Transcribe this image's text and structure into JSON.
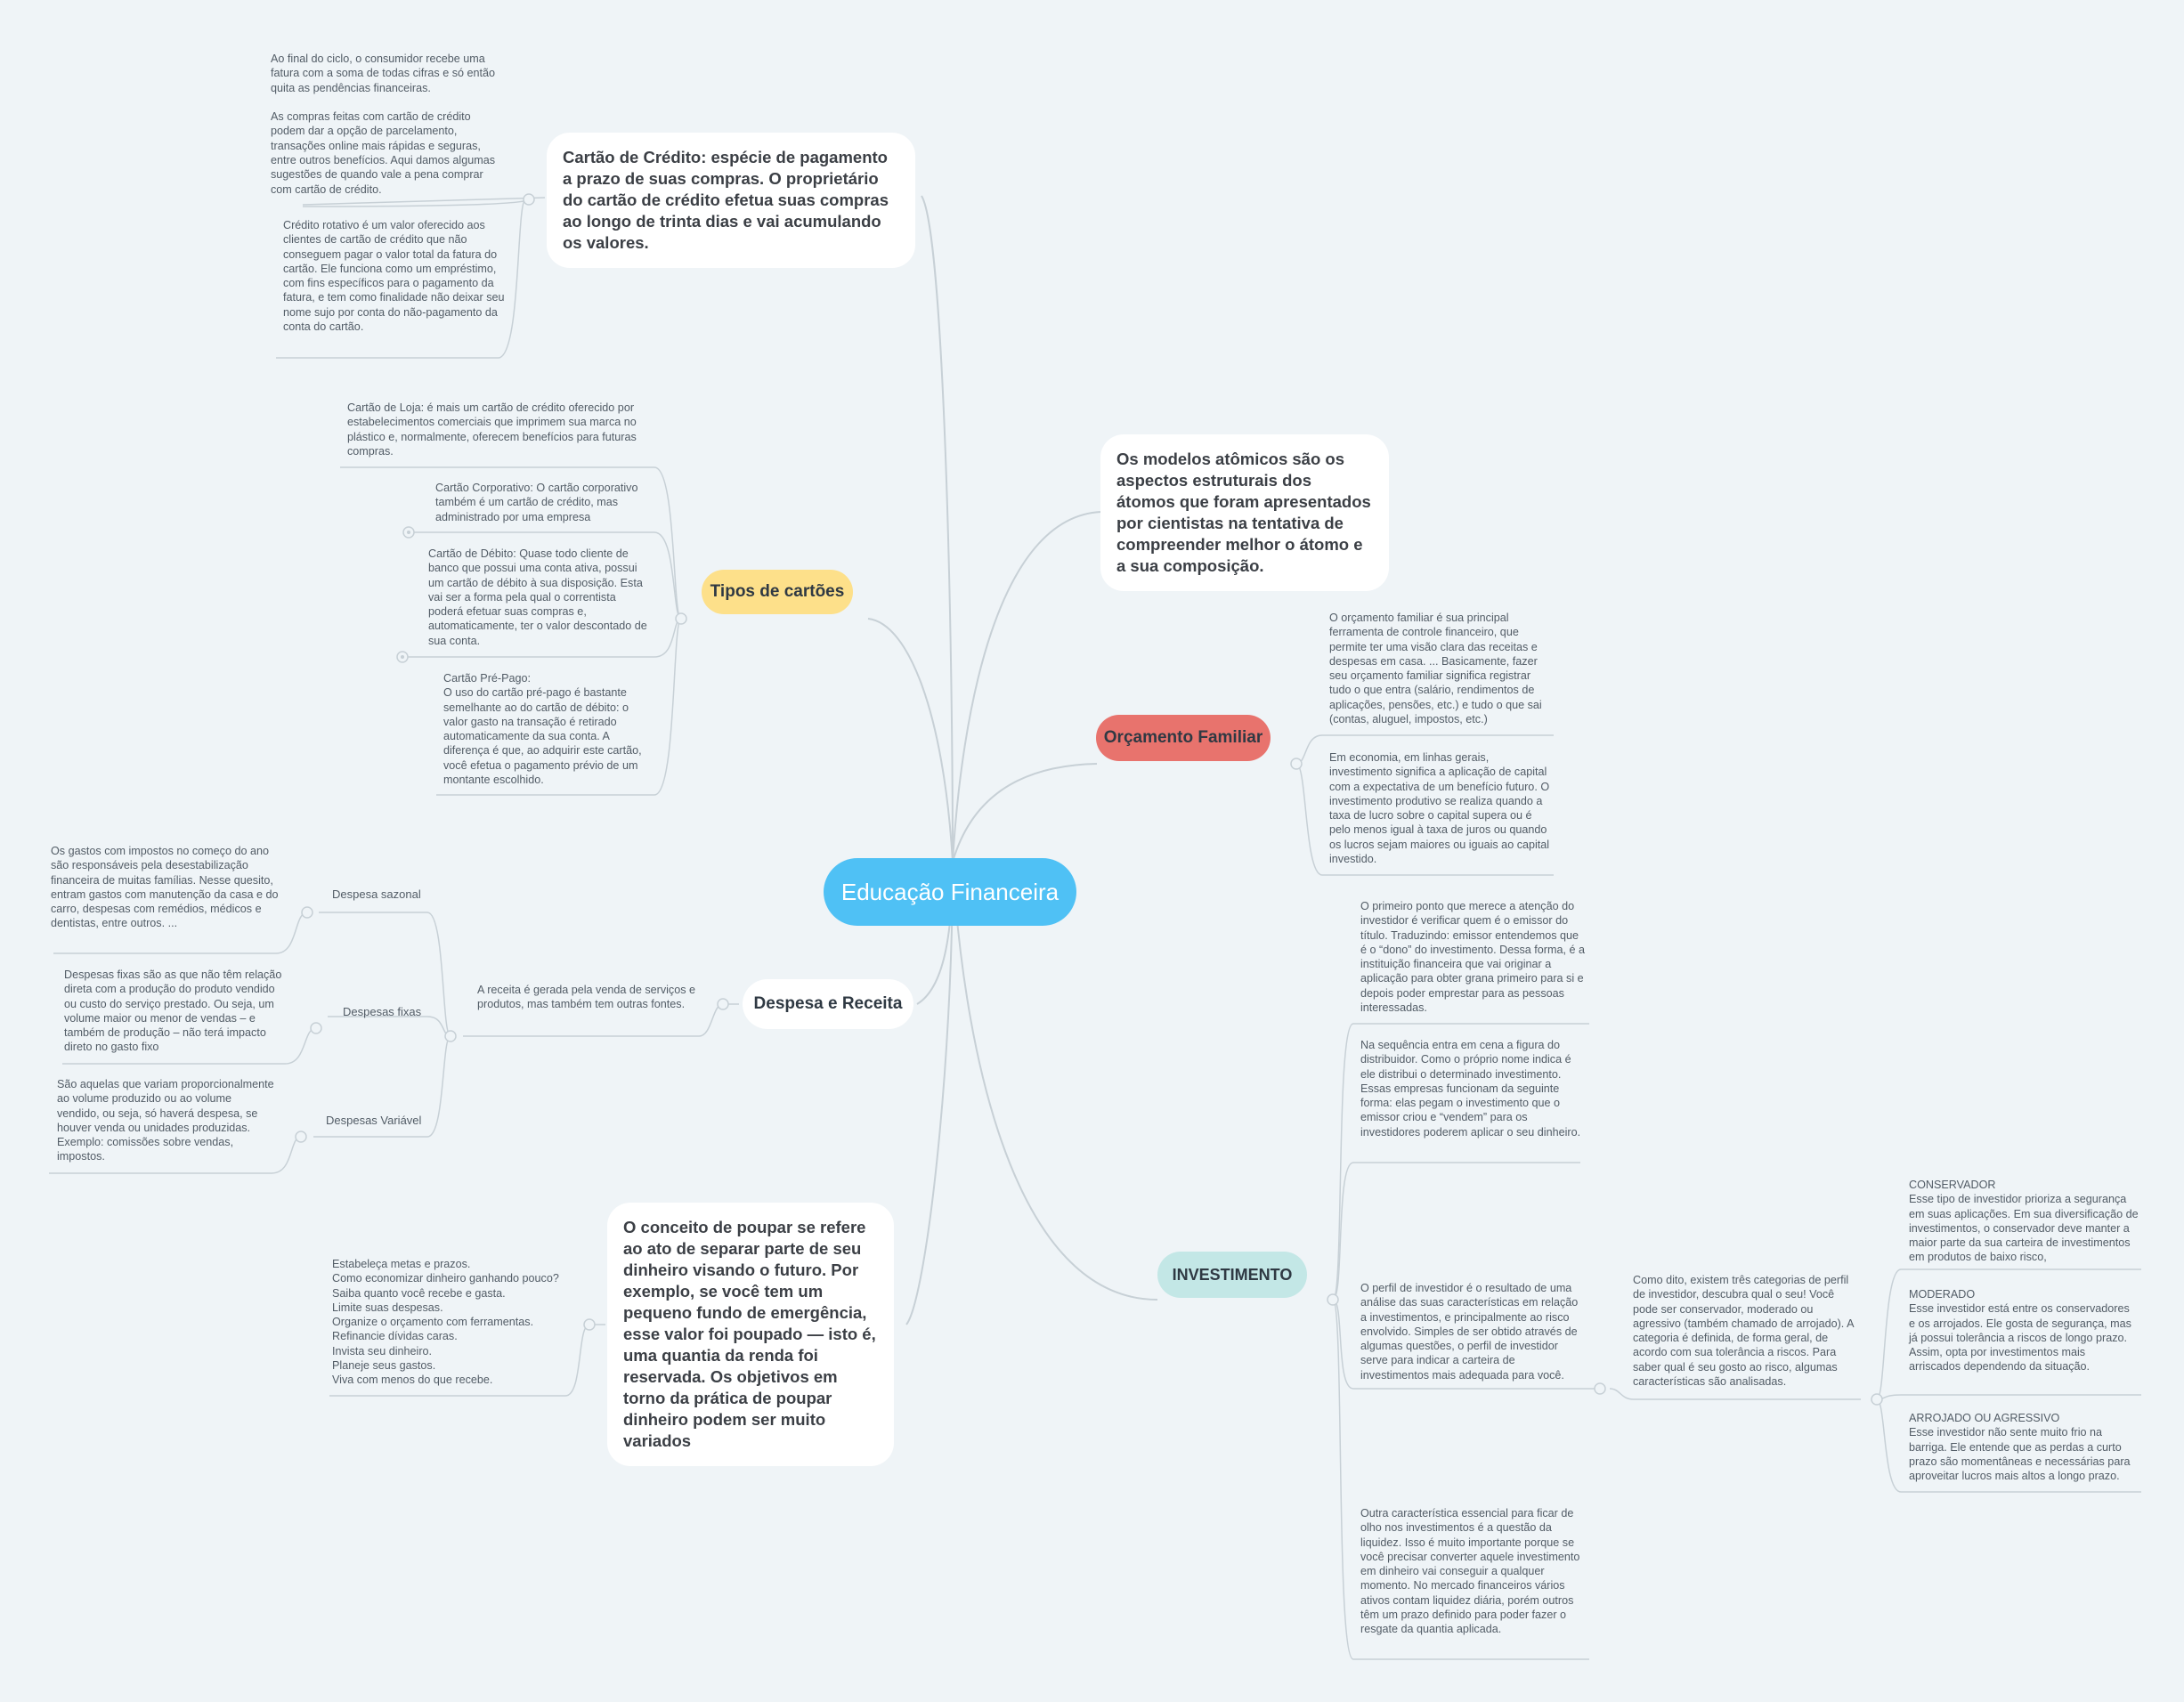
{
  "central": {
    "label": "Educação Financeira"
  },
  "colors": {
    "background": "#eff4f7",
    "central": "#4fc1f5",
    "tipos": "#fde08a",
    "orcamento": "#e8736d",
    "investimento": "#c3e7e6",
    "line": "#c7d0d6"
  },
  "topics": {
    "cartao_credito": {
      "label": "Cartão de Crédito: espécie de pagamento a prazo de suas compras. O proprietário do cartão de crédito efetua suas compras ao longo de trinta dias e vai acumulando os valores.",
      "notes": [
        "Ao final do ciclo, o consumidor recebe uma fatura com a soma de todas cifras e só então quita as pendências financeiras.\n\nAs compras feitas com cartão de crédito podem dar a opção de parcelamento, transações online mais rápidas e seguras, entre outros benefícios. Aqui damos algumas sugestões de quando vale a pena comprar com cartão de crédito.",
        "Crédito rotativo é um valor oferecido aos clientes de cartão de crédito que não conseguem pagar o valor total da fatura do cartão. Ele funciona como um empréstimo, com fins específicos para o pagamento da fatura, e tem como finalidade não deixar seu nome sujo por conta do não-pagamento da conta do cartão."
      ]
    },
    "tipos_cartoes": {
      "label": "Tipos de cartões",
      "notes": [
        "Cartão de Loja: é mais um cartão de crédito oferecido por estabelecimentos comerciais que imprimem sua marca no plástico e, normalmente, oferecem benefícios para futuras compras.",
        "Cartão Corporativo: O cartão corporativo também é um cartão de crédito, mas administrado por uma empresa",
        "Cartão de Débito: Quase todo cliente de banco que possui uma conta ativa, possui um cartão de débito à sua disposição. Esta vai ser a forma pela qual o correntista poderá efetuar suas compras e, automaticamente, ter o valor descontado de sua conta.",
        "Cartão Pré-Pago:\nO uso do cartão pré-pago é bastante semelhante ao do cartão de débito: o valor gasto na transação é retirado automaticamente da sua conta. A diferença é que, ao adquirir este cartão, você efetua o pagamento prévio de um montante escolhido."
      ]
    },
    "despesa_receita": {
      "label": "Despesa e Receita",
      "lead": "A receita é gerada pela venda de serviços e produtos, mas também tem outras fontes.",
      "subs": [
        {
          "label": "Despesa sazonal",
          "note": "Os gastos com impostos no começo do ano são responsáveis pela desestabilização financeira de muitas famílias. Nesse quesito, entram gastos com manutenção da casa e do carro, despesas com remédios, médicos e dentistas, entre outros. ..."
        },
        {
          "label": "Despesas fixas",
          "note": "Despesas fixas são as que não têm relação direta com a produção do produto vendido ou custo do serviço prestado. Ou seja, um volume maior ou menor de vendas – e também de produção – não terá impacto direto no gasto fixo"
        },
        {
          "label": "Despesas Variável",
          "note": "São aquelas que variam proporcionalmente ao volume produzido ou ao volume vendido, ou seja, só haverá despesa, se houver venda ou unidades produzidas. Exemplo: comissões sobre vendas, impostos."
        }
      ]
    },
    "poupar": {
      "label": "O conceito de poupar se refere ao ato de separar parte de seu dinheiro visando o futuro. Por exemplo, se você tem um pequeno fundo de emergência, esse valor foi poupado — isto é, uma quantia da renda foi reservada. Os objetivos em torno da prática de poupar dinheiro podem ser muito variados",
      "note": "Estabeleça metas e prazos.\nComo economizar dinheiro ganhando pouco? Saiba quanto você recebe e gasta.\nLimite suas despesas.\nOrganize o orçamento com ferramentas.\nRefinancie dívidas caras.\nInvista seu dinheiro.\nPlaneje seus gastos.\nViva com menos do que recebe."
    },
    "modelos_atomicos": {
      "label": "Os modelos atômicos são os aspectos estruturais dos átomos que foram apresentados por cientistas na tentativa de compreender melhor o átomo e a sua composição."
    },
    "orcamento": {
      "label": "Orçamento Familiar",
      "notes": [
        "O orçamento familiar é sua principal ferramenta de controle financeiro, que permite ter uma visão clara das receitas e despesas em casa. ... Basicamente, fazer seu orçamento familiar significa registrar tudo o que entra (salário, rendimentos de aplicações, pensões, etc.) e tudo o que sai (contas, aluguel, impostos, etc.)",
        "Em economia, em linhas gerais, investimento significa a aplicação de capital com a expectativa de um benefício futuro. O investimento produtivo se realiza quando a taxa de lucro sobre o capital supera ou é pelo menos igual à taxa de juros ou quando os lucros sejam maiores ou iguais ao capital investido."
      ]
    },
    "investimento": {
      "label": "INVESTIMENTO",
      "notes": [
        "O primeiro ponto que merece a atenção do investidor é verificar quem é o emissor do título. Traduzindo: emissor entendemos que é o “dono” do investimento. Dessa forma, é a instituição financeira que vai originar a aplicação para obter grana primeiro para si e depois poder emprestar para as pessoas interessadas.",
        "Na sequência entra em cena a figura do distribuidor. Como o próprio nome indica é ele distribui o determinado investimento. Essas empresas funcionam da seguinte forma: elas pegam o investimento que o emissor criou e “vendem” para os investidores poderem aplicar o seu dinheiro.",
        "O perfil de investidor é o resultado de uma análise das suas características em relação a investimentos, e principalmente ao risco envolvido. Simples de ser obtido através de algumas questões, o perfil de investidor serve para indicar a carteira de investimentos mais adequada para você.",
        "Outra característica essencial para ficar de olho nos investimentos é a questão da liquidez. Isso é muito importante porque se você precisar converter aquele investimento em dinheiro vai conseguir a qualquer momento. No mercado financeiros vários ativos contam liquidez diária, porém outros têm um prazo definido para poder fazer o resgate da quantia aplicada."
      ],
      "perfil": {
        "note": "Como dito, existem três categorias de perfil de investidor, descubra qual o seu! Você pode ser conservador, moderado ou agressivo (também chamado de arrojado). A categoria é definida, de forma geral, de acordo com sua tolerância a riscos. Para saber qual é seu gosto ao risco, algumas características são analisadas.",
        "types": [
          "CONSERVADOR\nEsse tipo de investidor prioriza a segurança em suas aplicações. Em sua diversificação de investimentos, o conservador deve manter a maior parte da sua carteira de investimentos em produtos de baixo risco,",
          "MODERADO\nEsse investidor está entre os conservadores e os arrojados. Ele gosta de segurança, mas já possui tolerância a riscos de longo prazo. Assim, opta por investimentos mais arriscados dependendo da situação.",
          "ARROJADO OU AGRESSIVO\nEsse investidor não sente muito frio na barriga. Ele entende que as perdas a curto prazo são momentâneas e necessárias para aproveitar lucros mais altos a longo prazo."
        ]
      }
    }
  }
}
